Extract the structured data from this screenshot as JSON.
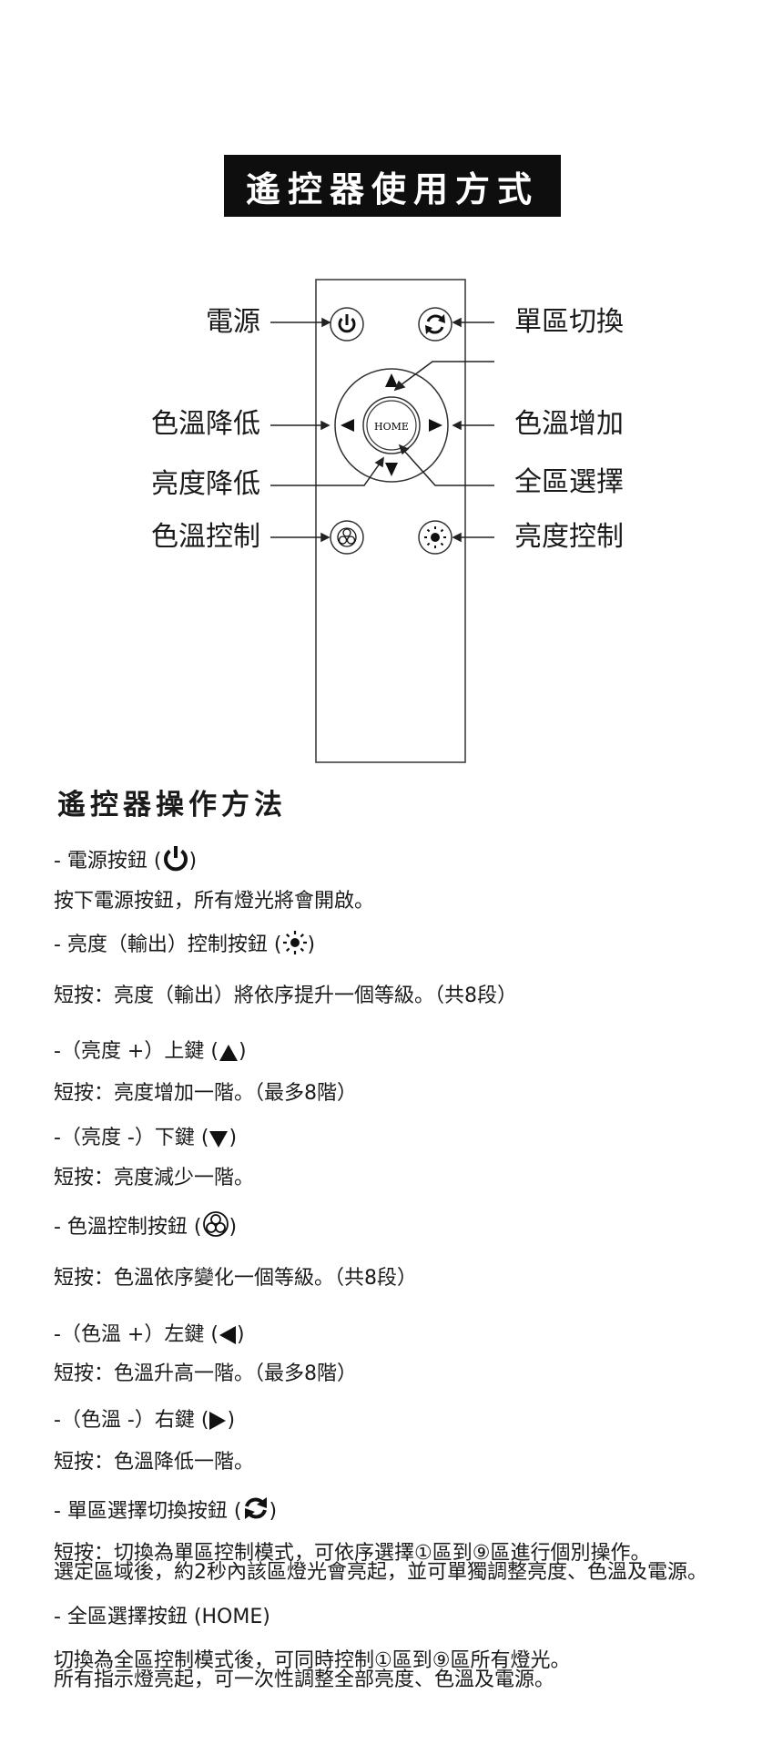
{
  "header": {
    "title": "遙控器使用方式"
  },
  "diagram": {
    "labels": {
      "power": "電源",
      "zone_switch": "單區切換",
      "cct_down": "色溫降低",
      "cct_up": "色溫增加",
      "brightness_down": "亮度降低",
      "select_all": "全區選擇",
      "cct_control": "色溫控制",
      "brightness_control": "亮度控制"
    },
    "home_label": "HOME"
  },
  "manual": {
    "title": "遙控器操作方法",
    "items": [
      {
        "prefix": "- 電源按鈕 (",
        "suffix": ")",
        "icon": "power-icon"
      },
      {
        "text": "按下電源按鈕，所有燈光將會開啟。"
      },
      {
        "prefix": "- 亮度（輸出）控制按鈕 (",
        "suffix": ")",
        "icon": "brightness-icon"
      },
      {
        "text": "短按：亮度（輸出）將依序提升一個等級。（共8段）"
      },
      {
        "prefix": "-（亮度 +）上鍵 (",
        "suffix": ")",
        "icon": "arrow-up-icon"
      },
      {
        "text": "短按：亮度增加一階。（最多8階）"
      },
      {
        "prefix": "-（亮度 -）下鍵 (",
        "suffix": ")",
        "icon": "arrow-down-icon"
      },
      {
        "text": "短按：亮度減少一階。"
      },
      {
        "prefix": "- 色溫控制按鈕 (",
        "suffix": ")",
        "icon": "color-temp-icon"
      },
      {
        "text": "短按：色溫依序變化一個等級。（共8段）"
      },
      {
        "prefix": "-（色溫 +）左鍵 (",
        "suffix": ")",
        "icon": "arrow-left-icon"
      },
      {
        "text": "短按：色溫升高一階。（最多8階）"
      },
      {
        "prefix": "-（色溫 -）右鍵 (",
        "suffix": ")",
        "icon": "arrow-right-icon"
      },
      {
        "text": "短按：色溫降低一階。"
      },
      {
        "prefix": "- 單區選擇切換按鈕 (",
        "suffix": ")",
        "icon": "zone-switch-icon"
      },
      {
        "text": "短按：切換為單區控制模式，可依序選擇①區到⑨區進行個別操作。"
      },
      {
        "text": "選定區域後，約2秒內該區燈光會亮起，並可單獨調整亮度、色溫及電源。"
      },
      {
        "text": "- 全區選擇按鈕 (HOME)"
      },
      {
        "text": "切換為全區控制模式後，可同時控制①區到⑨區所有燈光。"
      },
      {
        "text": "所有指示燈亮起，可一次性調整全部亮度、色溫及電源。"
      }
    ]
  }
}
